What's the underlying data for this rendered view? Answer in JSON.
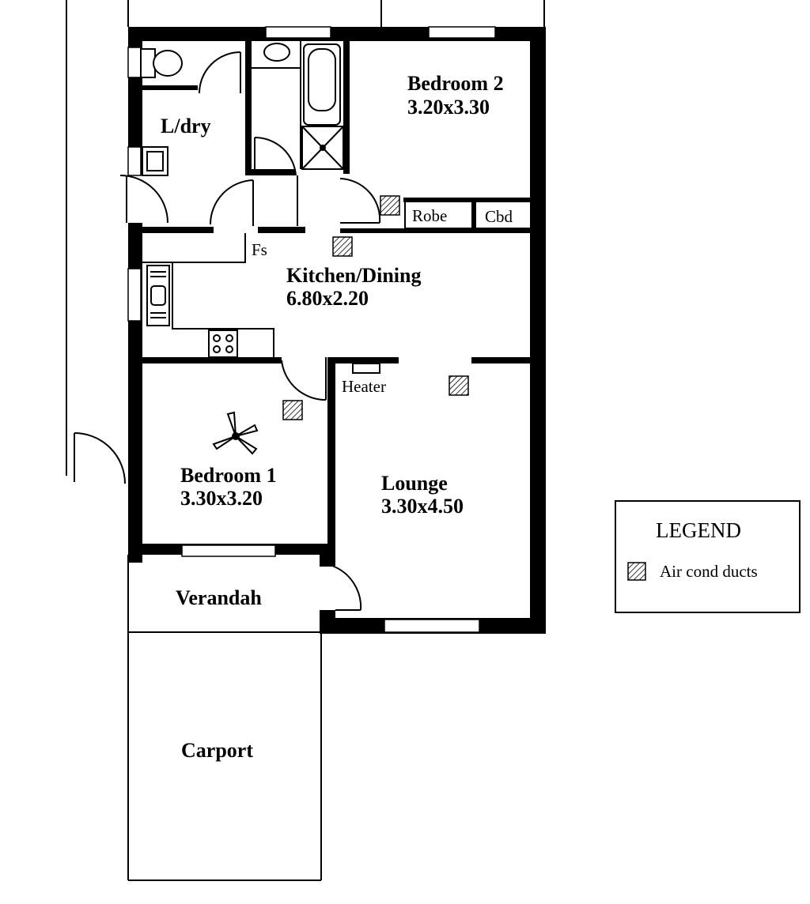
{
  "rooms": {
    "laundry": {
      "name": "L/dry"
    },
    "bedroom2": {
      "name": "Bedroom 2",
      "dim": "3.20x3.30"
    },
    "kitchen": {
      "name": "Kitchen/Dining",
      "dim": "6.80x2.20"
    },
    "bedroom1": {
      "name": "Bedroom 1",
      "dim": "3.30x3.20"
    },
    "lounge": {
      "name": "Lounge",
      "dim": "3.30x4.50"
    },
    "verandah": {
      "name": "Verandah"
    },
    "carport": {
      "name": "Carport"
    }
  },
  "labels": {
    "robe": "Robe",
    "cbd": "Cbd",
    "fs": "Fs",
    "heater": "Heater"
  },
  "legend": {
    "title": "LEGEND",
    "items": [
      {
        "symbol": "hatched-square",
        "label": "Air cond ducts"
      }
    ]
  },
  "colors": {
    "wall": "#000000",
    "background": "#ffffff"
  }
}
